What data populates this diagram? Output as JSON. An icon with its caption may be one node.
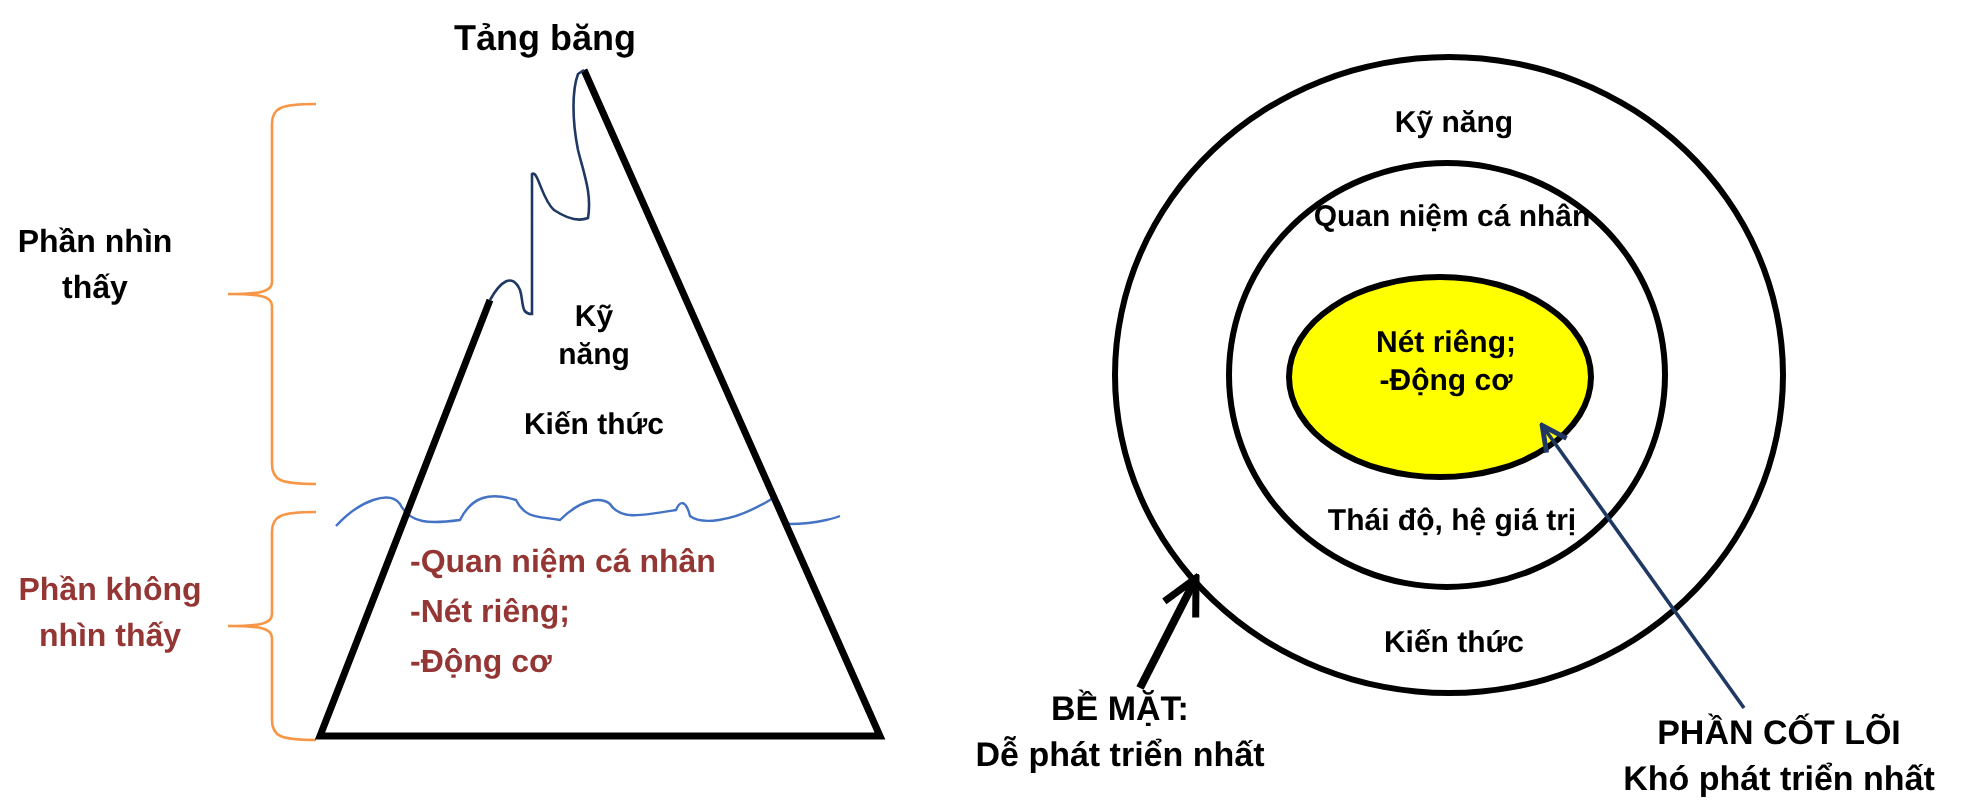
{
  "diagram": {
    "nodes": [
      {
        "text": [
          "Tảng băng",
          "Kỹ năng",
          "Kiến thức",
          "-Quan niệm cá nhân",
          "-Nét riêng;",
          "-Động cơ"
        ]
      },
      {
        "text": [
          "Kỹ năng",
          "Kiến thức"
        ]
      },
      {
        "text": [
          "Quan niệm cá nhân",
          "Thái độ, hệ giá trị"
        ],
        "in": 1
      },
      {
        "text": [
          "Nét riêng; -Động cơ"
        ],
        "in": 2
      },
      {
        "text": [
          "BỀ MẶT:",
          "Dễ phát triển nhất"
        ]
      },
      {
        "text": [
          "PHẦN CỐT LÕI",
          "Khó phát triển nhất"
        ]
      }
    ],
    "edges": [
      {
        "from": 4,
        "to": 1,
        "arrow": "to",
        "style": "thick"
      },
      {
        "from": 5,
        "to": 3,
        "arrow": "to",
        "color": "#1f3864"
      }
    ],
    "labels": [
      "Phần nhìn thấy",
      "Phần không nhìn thấy"
    ]
  }
}
